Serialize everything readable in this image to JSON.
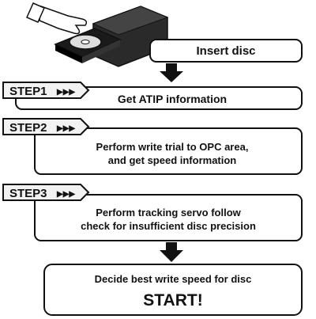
{
  "header_box": {
    "text": "Insert disc"
  },
  "steps": [
    {
      "tag": "STEP1",
      "lines": [
        "Get ATIP information"
      ]
    },
    {
      "tag": "STEP2",
      "lines": [
        "Perform write trial to OPC area,",
        "and get speed information"
      ]
    },
    {
      "tag": "STEP3",
      "lines": [
        "Perform tracking servo follow",
        "check for insufficient disc precision"
      ]
    }
  ],
  "final_box": {
    "lines": [
      "Decide best write speed for disc",
      "START!"
    ]
  },
  "tag_arrows": "▶▶▶",
  "colors": {
    "ink": "#111111",
    "box_fill": "#ffffff",
    "tag_fill": "#f2f2f2",
    "arrow_fill": "#111111"
  },
  "icons": [
    "disc-drive-icon",
    "hand-icon",
    "cd-disc-icon",
    "down-arrow-icon"
  ]
}
